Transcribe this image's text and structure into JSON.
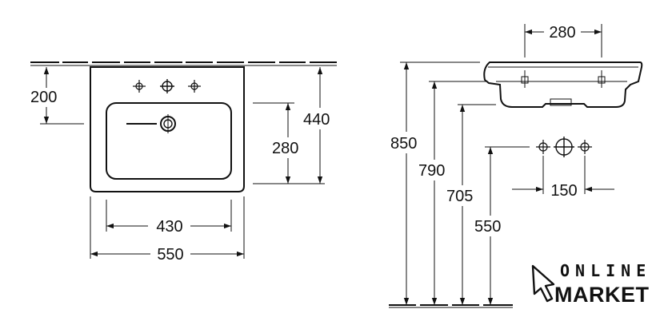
{
  "front_view": {
    "dims": {
      "tap_height": "200",
      "overall_depth": "440",
      "bowl_depth": "280",
      "bowl_width": "430",
      "overall_width": "550"
    }
  },
  "side_view": {
    "dims": {
      "tap_spacing_top": "280",
      "height_total": "850",
      "height_rim": "790",
      "height_bowl": "705",
      "height_waste": "550",
      "tap_hole_spacing": "150"
    }
  },
  "logo": {
    "line1": "ONLINE",
    "line2": "MARKET"
  },
  "colors": {
    "line": "#111111",
    "background": "#ffffff"
  }
}
